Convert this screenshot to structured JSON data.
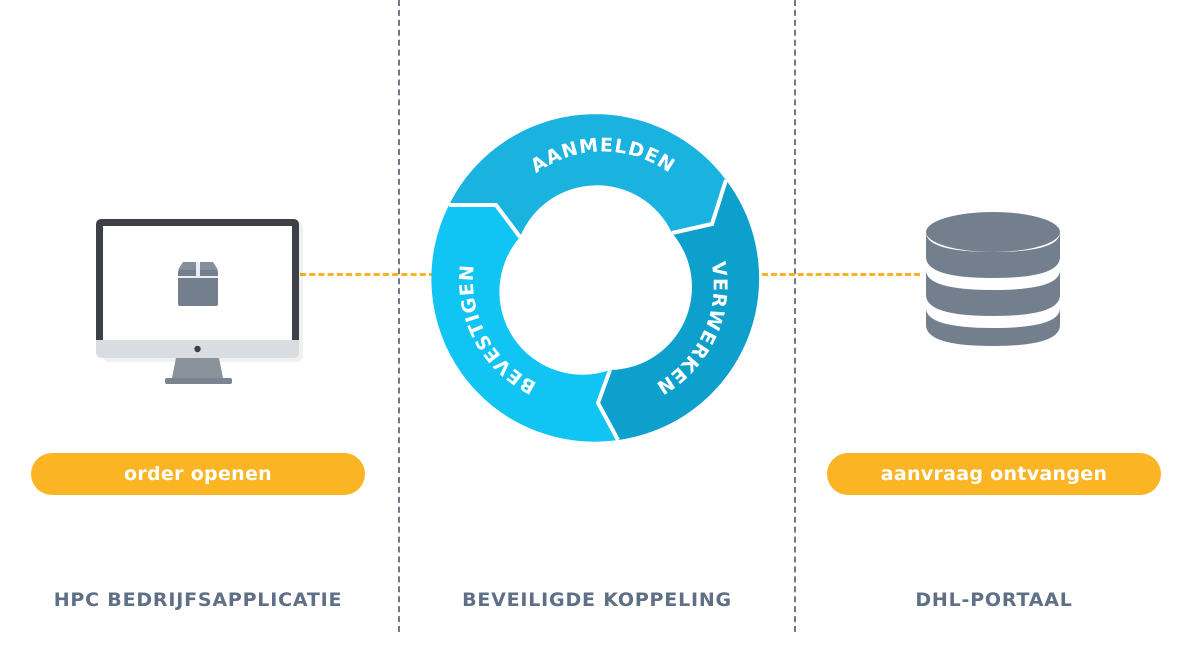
{
  "columns": {
    "left": {
      "title": "HPC BEDRIJFSAPPLICATIE",
      "pill": "order openen"
    },
    "middle": {
      "title": "BEVEILIGDE KOPPELING"
    },
    "right": {
      "title": "DHL-PORTAAL",
      "pill": "aanvraag ontvangen"
    }
  },
  "cycle": {
    "segments": [
      "AANMELDEN",
      "VERWERKEN",
      "BEVESTIGEN"
    ]
  },
  "icons": {
    "left": "monitor-box-icon",
    "right": "database-icon"
  },
  "colors": {
    "accent": "#fbb424",
    "title": "#5f6f85",
    "cycle_top": "#1ab3e0",
    "cycle_right": "#0da0cc",
    "cycle_left": "#10c4f3",
    "icon_gray": "#747f8e"
  }
}
